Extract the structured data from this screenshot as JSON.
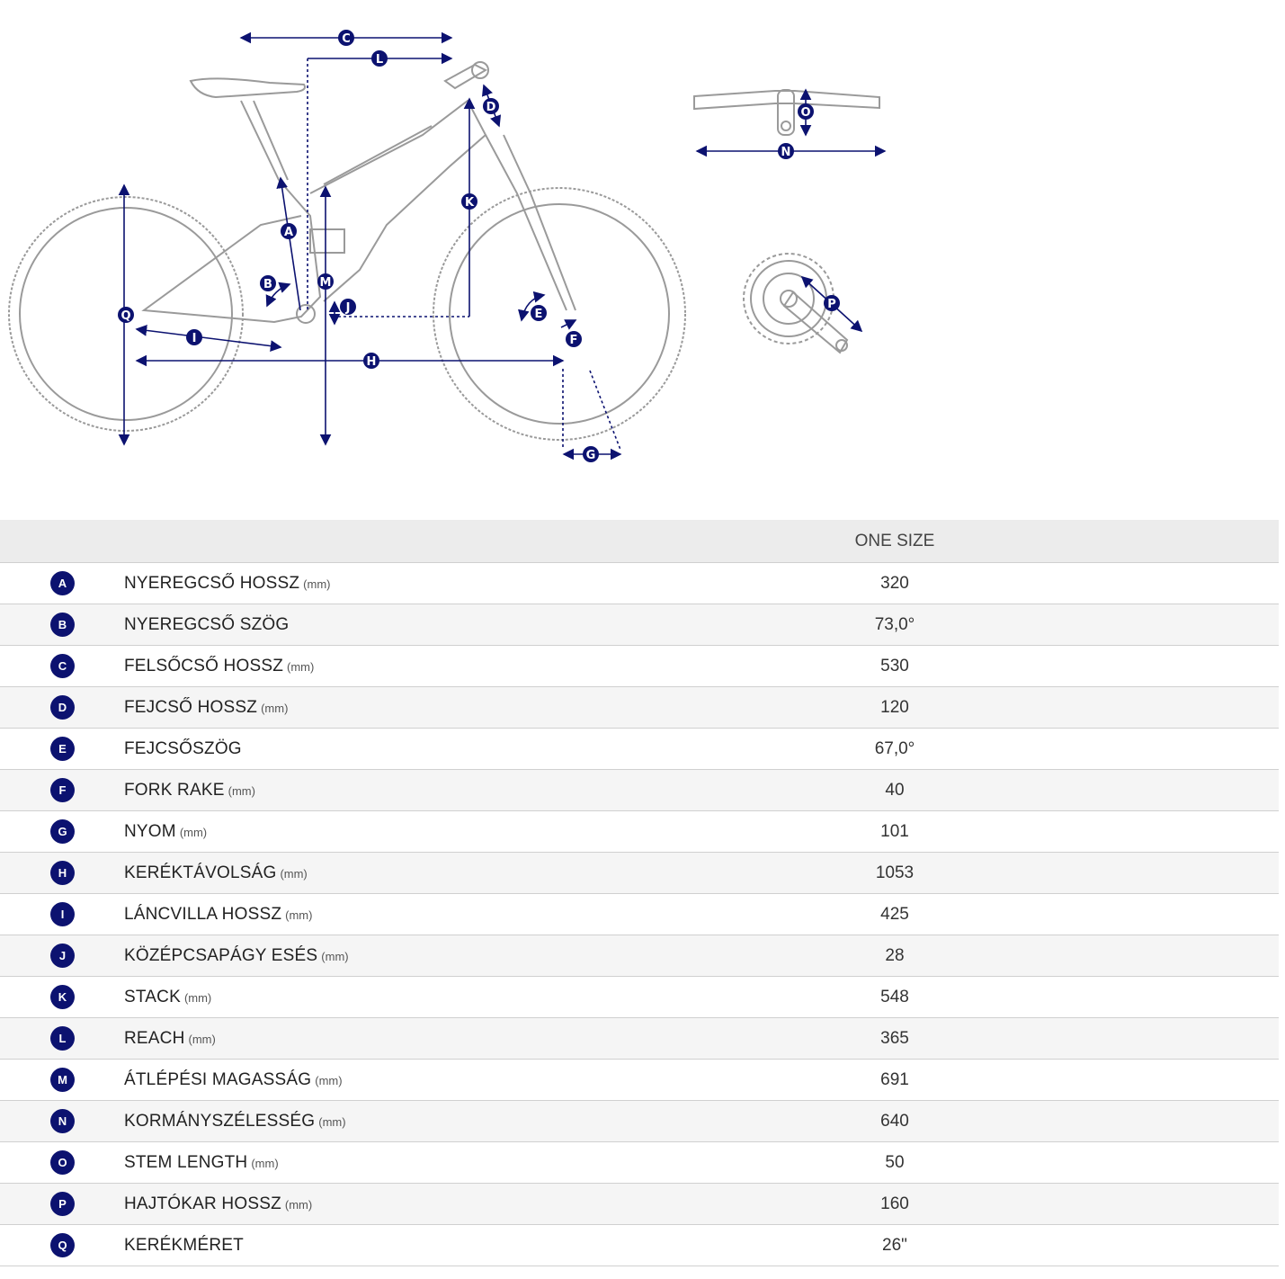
{
  "table": {
    "header_size": "ONE SIZE",
    "rows": [
      {
        "letter": "A",
        "name": "NYEREGCSŐ HOSSZ",
        "unit": "(mm)",
        "value": "320"
      },
      {
        "letter": "B",
        "name": "NYEREGCSŐ SZÖG",
        "unit": "",
        "value": "73,0°"
      },
      {
        "letter": "C",
        "name": "FELSŐCSŐ HOSSZ",
        "unit": "(mm)",
        "value": "530"
      },
      {
        "letter": "D",
        "name": "FEJCSŐ HOSSZ",
        "unit": "(mm)",
        "value": "120"
      },
      {
        "letter": "E",
        "name": "FEJCSŐSZÖG",
        "unit": "",
        "value": "67,0°"
      },
      {
        "letter": "F",
        "name": "FORK RAKE",
        "unit": "(mm)",
        "value": "40"
      },
      {
        "letter": "G",
        "name": "NYOM",
        "unit": "(mm)",
        "value": "101"
      },
      {
        "letter": "H",
        "name": "KERÉKTÁVOLSÁG",
        "unit": "(mm)",
        "value": "1053"
      },
      {
        "letter": "I",
        "name": "LÁNCVILLA HOSSZ",
        "unit": "(mm)",
        "value": "425"
      },
      {
        "letter": "J",
        "name": "KÖZÉPCSAPÁGY ESÉS",
        "unit": "(mm)",
        "value": "28"
      },
      {
        "letter": "K",
        "name": "STACK",
        "unit": "(mm)",
        "value": "548"
      },
      {
        "letter": "L",
        "name": "REACH",
        "unit": "(mm)",
        "value": "365"
      },
      {
        "letter": "M",
        "name": "ÁTLÉPÉSI MAGASSÁG",
        "unit": "(mm)",
        "value": "691"
      },
      {
        "letter": "N",
        "name": "KORMÁNYSZÉLESSÉG",
        "unit": "(mm)",
        "value": "640"
      },
      {
        "letter": "O",
        "name": "STEM LENGTH",
        "unit": "(mm)",
        "value": "50"
      },
      {
        "letter": "P",
        "name": "HAJTÓKAR HOSSZ",
        "unit": "(mm)",
        "value": "160"
      },
      {
        "letter": "Q",
        "name": "KERÉKMÉRET",
        "unit": "",
        "value": "26\""
      }
    ]
  },
  "diagram": {
    "labels": [
      "A",
      "B",
      "C",
      "D",
      "E",
      "F",
      "G",
      "H",
      "I",
      "J",
      "K",
      "L",
      "M",
      "N",
      "O",
      "P",
      "Q"
    ]
  },
  "colors": {
    "accent": "#0c1270",
    "line_art": "#9a9a9a",
    "header_bg": "#ececec",
    "row_alt_bg": "#f5f5f5"
  }
}
